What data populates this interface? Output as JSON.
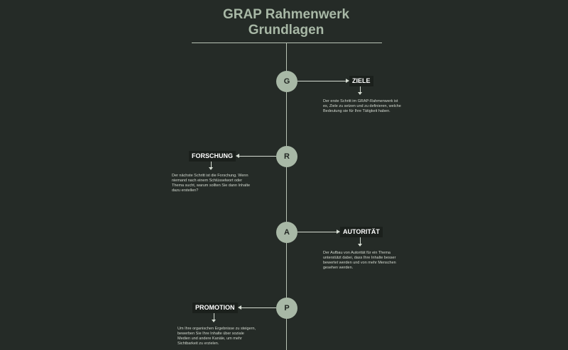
{
  "title": {
    "line1": "GRAP Rahmenwerk",
    "line2": "Grundlagen"
  },
  "steps": [
    {
      "letter": "G",
      "label": "ZIELE",
      "description": "Der erste Schritt im GRAP-Rahmenwerk ist es, Ziele zu setzen und zu definieren, welche Bedeutung sie für Ihre Tätigkeit haben."
    },
    {
      "letter": "R",
      "label": "FORSCHUNG",
      "description": "Der nächste Schritt ist die Forschung. Wenn niemand nach einem Schlüsselwort oder Thema sucht, warum sollten Sie dann Inhalte dazu erstellen?"
    },
    {
      "letter": "A",
      "label": "AUTORITÄT",
      "description": "Der Aufbau von Autorität für ein Thema unterstützt dabei, dass Ihre Inhalte besser bewertet werden und von mehr Menschen gesehen werden."
    },
    {
      "letter": "P",
      "label": "PROMOTION",
      "description": "Um Ihre organischen Ergebnisse zu steigern, bewerben Sie Ihre Inhalte über soziale Medien und andere Kanäle, um mehr Sichtbarkeit zu erzielen."
    }
  ],
  "colors": {
    "background": "#252b27",
    "accent": "#a8b8a6",
    "label_bg": "#1b201c"
  }
}
